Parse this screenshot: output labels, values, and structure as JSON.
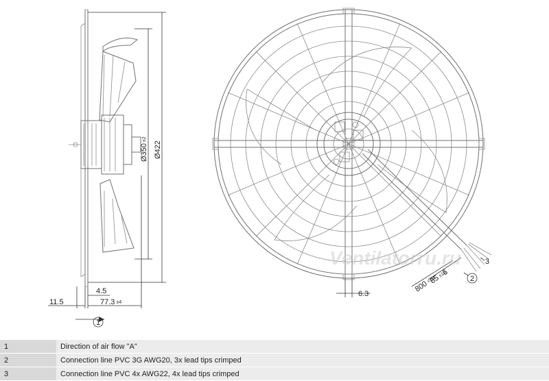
{
  "dimensions": {
    "d350": "Ø350",
    "d350_tol": "±2",
    "d422": "Ø422",
    "d4_5": "4.5",
    "d11_5": "11.5",
    "d77_3": "77.3",
    "d77_3_tol": "±4",
    "d6_3": "6.3",
    "d6": "6",
    "d85": "85",
    "d85_tol": "±10",
    "d800": "800",
    "d800_tol": "+20"
  },
  "callouts": {
    "c1": "1",
    "c2": "2",
    "c3": "3"
  },
  "watermark": "Ventilatorru.ru",
  "legend": [
    {
      "num": "1",
      "text": "Direction of air flow \"A\""
    },
    {
      "num": "2",
      "text": "Connection line PVC 3G AWG20, 3x lead tips crimped"
    },
    {
      "num": "3",
      "text": "Connection line PVC 4x AWG22, 4x lead tips crimped"
    }
  ],
  "colors": {
    "drawing_line": "#6f6f6f",
    "table_num_bg": "#d9d9d9",
    "table_desc_bg": "#ececec"
  }
}
